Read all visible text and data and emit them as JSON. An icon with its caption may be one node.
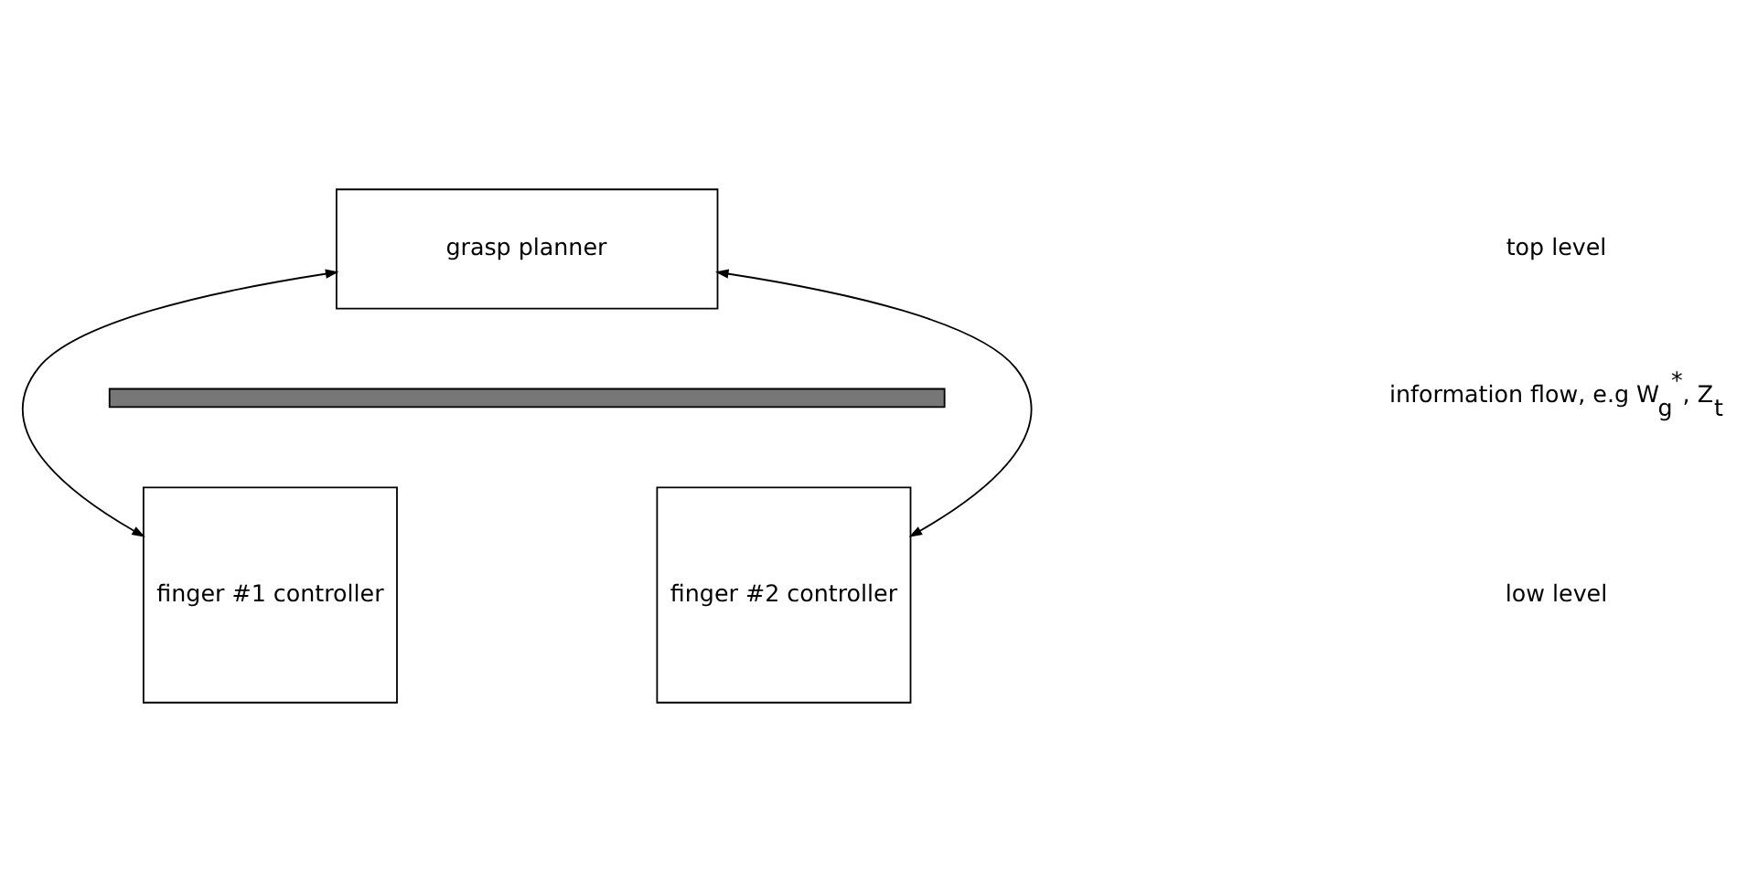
{
  "diagram": {
    "nodes": [
      {
        "text": [
          "grasp planner"
        ]
      },
      {
        "text": [],
        "shape": "bar"
      },
      {
        "text": [
          "finger #1 controller"
        ]
      },
      {
        "text": [
          "finger #2 controller"
        ]
      }
    ],
    "edges": [
      {
        "from": 0,
        "to": 2,
        "arrow": "both"
      },
      {
        "from": 0,
        "to": 3,
        "arrow": "both"
      }
    ],
    "labels": [
      "top level",
      "information flow, e.g W$_{g}$$^{*}$, Z$_{t}$",
      "low level"
    ]
  }
}
